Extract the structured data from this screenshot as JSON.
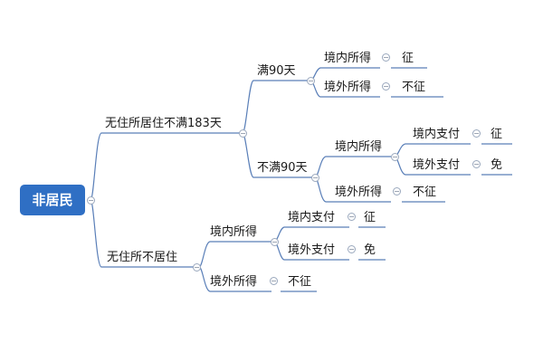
{
  "root": {
    "label": "非居民"
  },
  "branches": {
    "b1": {
      "label": "无住所居住不满183天"
    },
    "b1a": {
      "label": "满90天"
    },
    "b1a_domestic": {
      "label": "境内所得",
      "result": "征"
    },
    "b1a_foreign": {
      "label": "境外所得",
      "result": "不征"
    },
    "b1b": {
      "label": "不满90天"
    },
    "b1b_domestic": {
      "label": "境内所得"
    },
    "b1b_domestic_in": {
      "label": "境内支付",
      "result": "征"
    },
    "b1b_domestic_out": {
      "label": "境外支付",
      "result": "免"
    },
    "b1b_foreign": {
      "label": "境外所得",
      "result": "不征"
    },
    "b2": {
      "label": "无住所不居住"
    },
    "b2_domestic": {
      "label": "境内所得"
    },
    "b2_domestic_in": {
      "label": "境内支付",
      "result": "征"
    },
    "b2_domestic_out": {
      "label": "境外支付",
      "result": "免"
    },
    "b2_foreign": {
      "label": "境外所得",
      "result": "不征"
    }
  },
  "colors": {
    "root_fill": "#2f6fc4",
    "line": "#5a7fb8",
    "toggle": "#9aa8bd"
  },
  "icons": {
    "toggle": "collapse-toggle-icon"
  }
}
